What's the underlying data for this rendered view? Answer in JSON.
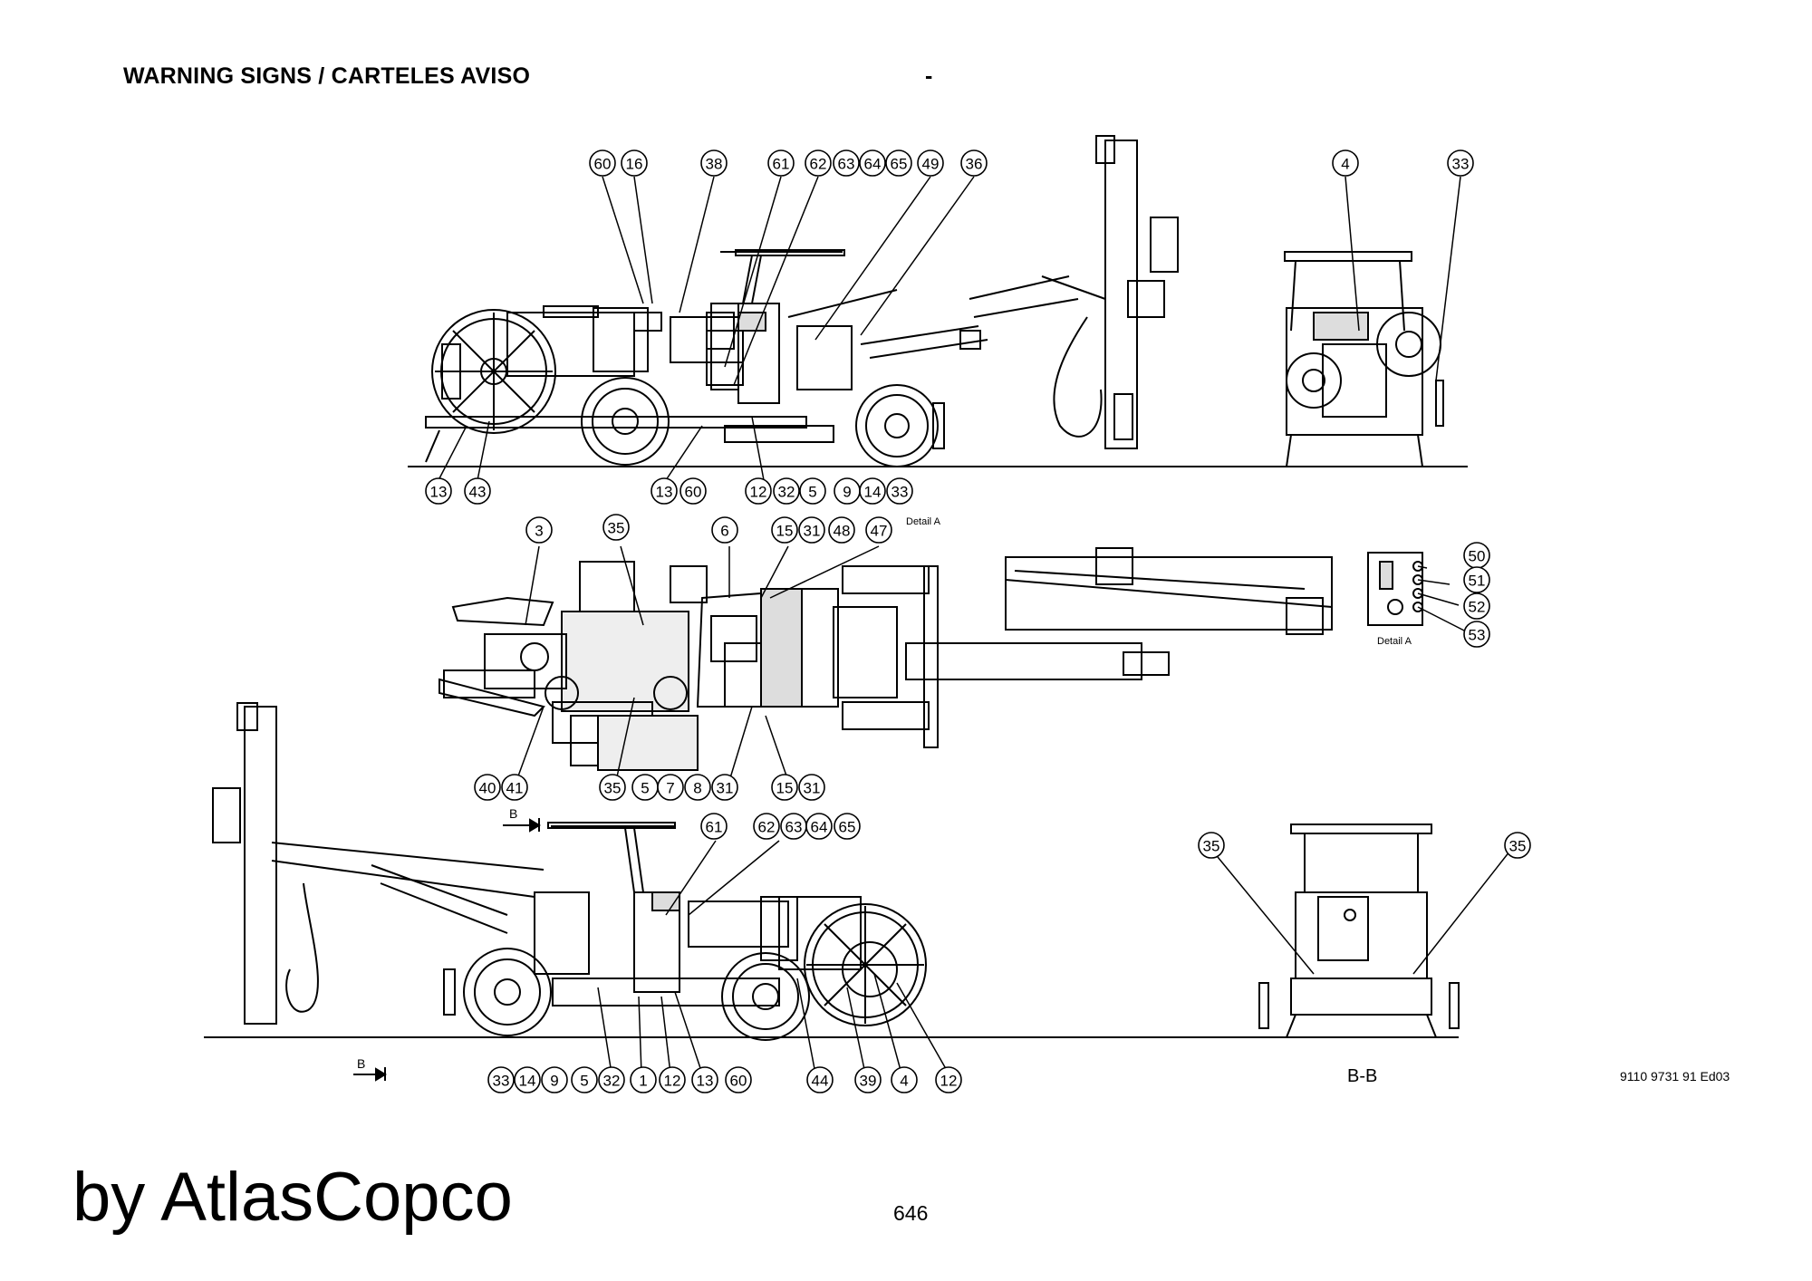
{
  "header": {
    "title": "WARNING SIGNS / CARTELES AVISO",
    "dash": "-"
  },
  "footer": {
    "brand": "by AtlasCopco",
    "page_number": "646",
    "doc_ref": "9110 9731 91 Ed03"
  },
  "labels": {
    "section_bb": "B-B",
    "detail_a": "Detail A",
    "detail_a_top": "Detail A",
    "arrow_b_top": "B",
    "arrow_b_bottom": "B"
  },
  "callouts": {
    "side_view_top_above": [
      "60",
      "16",
      "38",
      "61",
      "62",
      "63",
      "64",
      "65",
      "49",
      "36"
    ],
    "side_view_top_below": [
      "13",
      "43",
      "13",
      "60",
      "12",
      "32",
      "5",
      "9",
      "14",
      "33"
    ],
    "rear_view_top": [
      "4",
      "33"
    ],
    "top_view_above": [
      "3",
      "35",
      "6",
      "15",
      "31",
      "48",
      "47"
    ],
    "top_view_below": [
      "40",
      "41",
      "35",
      "5",
      "7",
      "8",
      "31",
      "15",
      "31"
    ],
    "detail_a": [
      "50",
      "51",
      "52",
      "53"
    ],
    "side_view_bottom_above": [
      "61",
      "62",
      "63",
      "64",
      "65"
    ],
    "side_view_bottom_below": [
      "33",
      "14",
      "9",
      "5",
      "32",
      "1",
      "12",
      "13",
      "60",
      "44",
      "39",
      "4",
      "12"
    ],
    "rear_view_bottom": [
      "35",
      "35"
    ]
  }
}
